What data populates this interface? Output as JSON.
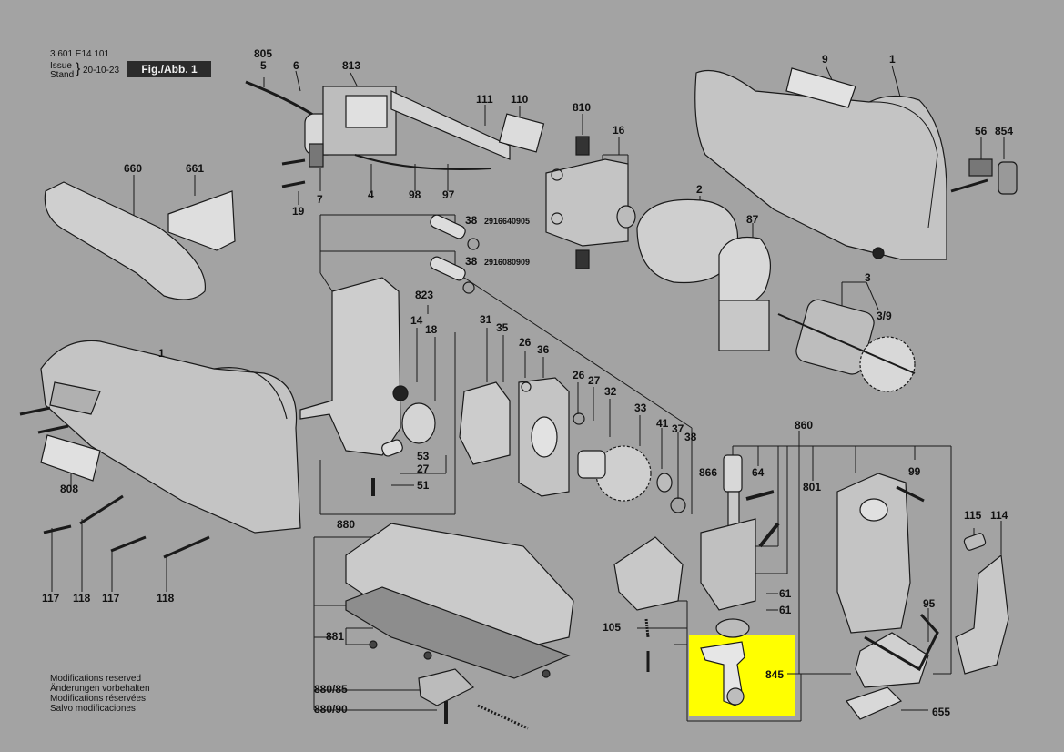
{
  "header": {
    "doc_number": "3 601 E14 101",
    "issue_label": "Issue",
    "stand_label": "Stand",
    "date": "20-10-23",
    "figure_label": "Fig./Abb. 1"
  },
  "notes": [
    "Modifications reserved",
    "Änderungen vorbehalten",
    "Modifications réservées",
    "Salvo modificaciones"
  ],
  "part_labels": {
    "p805": "805",
    "p5": "5",
    "p6": "6",
    "p813": "813",
    "p111": "111",
    "p110": "110",
    "p810": "810",
    "p16": "16",
    "p9": "9",
    "p1_top": "1",
    "p56": "56",
    "p854": "854",
    "p660": "660",
    "p661": "661",
    "p7": "7",
    "p19": "19",
    "p4": "4",
    "p98": "98",
    "p97": "97",
    "p38a": "38",
    "pn1": "2916640905",
    "p38b": "38",
    "pn2": "2916080909",
    "p2": "2",
    "p87": "87",
    "p3": "3",
    "p3_9": "3/9",
    "p823": "823",
    "p14": "14",
    "p18": "18",
    "p31": "31",
    "p35": "35",
    "p26a": "26",
    "p36": "36",
    "p26b": "26",
    "p27b": "27",
    "p32": "32",
    "p33": "33",
    "p41": "41",
    "p37": "37",
    "p38c": "38",
    "p1_left": "1",
    "p53": "53",
    "p27": "27",
    "p51": "51",
    "p860": "860",
    "p866": "866",
    "p64": "64",
    "p801": "801",
    "p99": "99",
    "p808": "808",
    "p117a": "117",
    "p118a": "118",
    "p117b": "117",
    "p118b": "118",
    "p880": "880",
    "p881": "881",
    "p880_85": "880/85",
    "p880_90": "880/90",
    "p105": "105",
    "p61a": "61",
    "p61b": "61",
    "p845": "845",
    "p115": "115",
    "p114": "114",
    "p95": "95",
    "p655": "655"
  },
  "colors": {
    "background": "#a3a3a3",
    "highlight": "#ffff00",
    "part_dark": "#4a4a4a",
    "part_light": "#dcdcdc"
  }
}
